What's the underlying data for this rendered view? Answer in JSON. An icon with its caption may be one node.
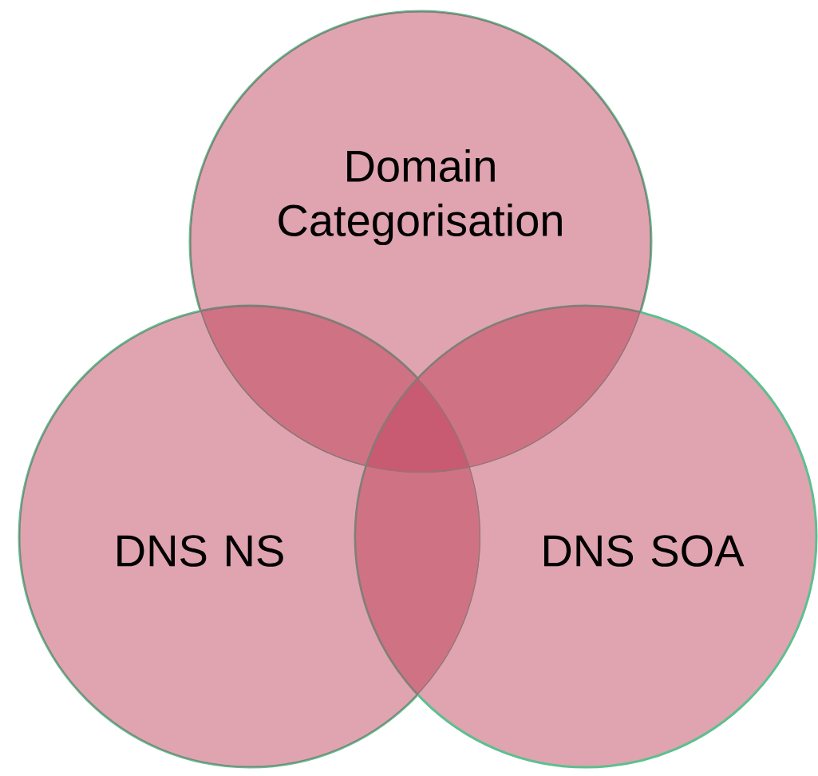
{
  "diagram": {
    "nodes": [
      {
        "text": [
          "Domain Categorisation"
        ]
      },
      {
        "text": [
          "DNS NS"
        ]
      },
      {
        "text": [
          "DNS SOA"
        ]
      }
    ]
  }
}
